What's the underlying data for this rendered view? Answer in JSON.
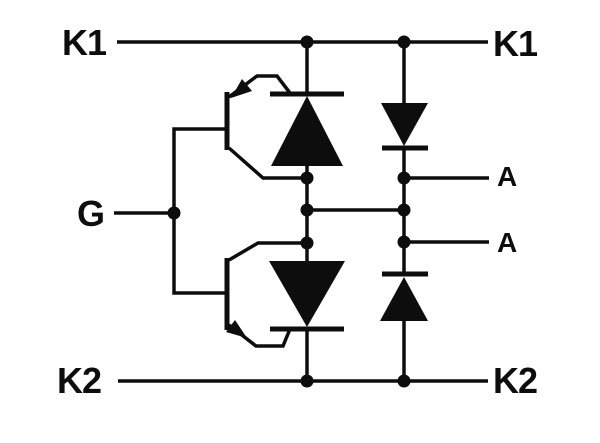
{
  "figure": {
    "type": "circuit-schematic",
    "description_visible": "two antiparallel thyristor/diode pairs with transistor gate structure"
  },
  "colors": {
    "ink": "#0d0d0d",
    "background": "#ffffff"
  },
  "terminals": {
    "k1_left": "K1",
    "k1_right": "K1",
    "gate": "G",
    "anode_upper": "A",
    "anode_lower": "A",
    "k2_left": "K2",
    "k2_right": "K2"
  },
  "components": {
    "upper_thyristor": "large-diode-symbol-cathode-up",
    "lower_thyristor": "large-diode-symbol-cathode-down",
    "upper_diode": "small-diode-symbol-cathode-down",
    "lower_diode": "small-diode-symbol-cathode-up",
    "upper_transistor": "pnp-transistor-symbol",
    "lower_transistor": "npn-transistor-symbol"
  }
}
